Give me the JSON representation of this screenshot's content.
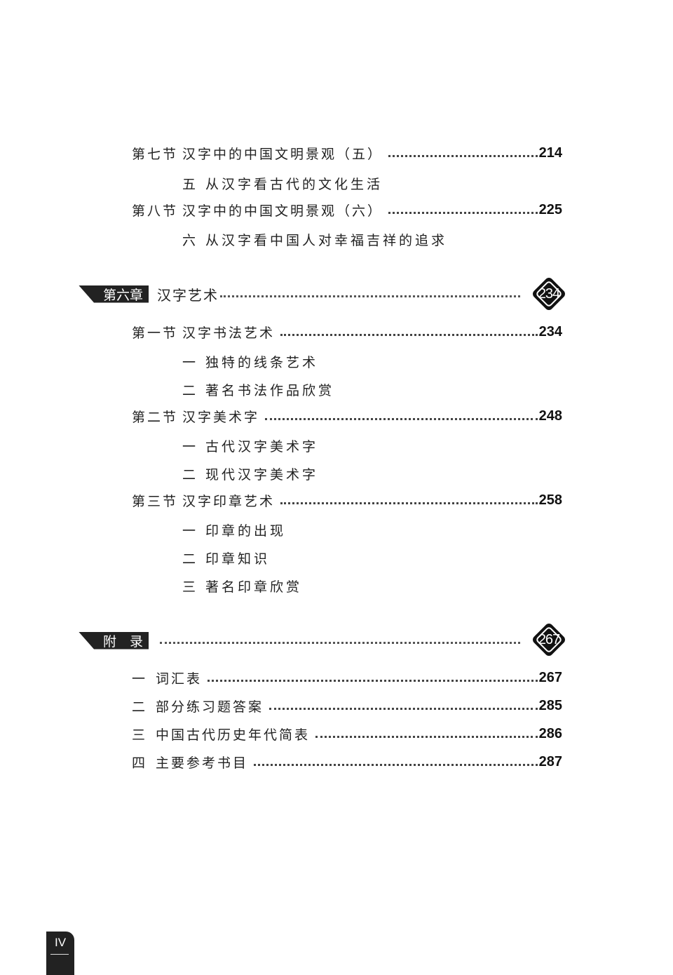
{
  "sections_before": [
    {
      "label": "第七节",
      "title": "汉字中的中国文明景观（五）",
      "page": "214",
      "subs": [
        "五 从汉字看古代的文化生活"
      ]
    },
    {
      "label": "第八节",
      "title": "汉字中的中国文明景观（六）",
      "page": "225",
      "subs": [
        "六 从汉字看中国人对幸福吉祥的追求"
      ]
    }
  ],
  "chapter6": {
    "tag": "第六章",
    "title": "汉字艺术",
    "page_badge": "234",
    "sections": [
      {
        "label": "第一节",
        "title": "汉字书法艺术",
        "page": "234",
        "subs": [
          "一 独特的线条艺术",
          "二 著名书法作品欣赏"
        ]
      },
      {
        "label": "第二节",
        "title": "汉字美术字",
        "page": "248",
        "subs": [
          "一 古代汉字美术字",
          "二 现代汉字美术字"
        ]
      },
      {
        "label": "第三节",
        "title": "汉字印章艺术",
        "page": "258",
        "subs": [
          "一 印章的出现",
          "二 印章知识",
          "三 著名印章欣赏"
        ]
      }
    ]
  },
  "appendix": {
    "tag": "附　录",
    "page_badge": "267",
    "items": [
      {
        "label": "一",
        "title": "词汇表",
        "page": "267"
      },
      {
        "label": "二",
        "title": "部分练习题答案",
        "page": "285"
      },
      {
        "label": "三",
        "title": "中国古代历史年代简表",
        "page": "286"
      },
      {
        "label": "四",
        "title": "主要参考书目",
        "page": "287"
      }
    ]
  },
  "page_number": "IV"
}
